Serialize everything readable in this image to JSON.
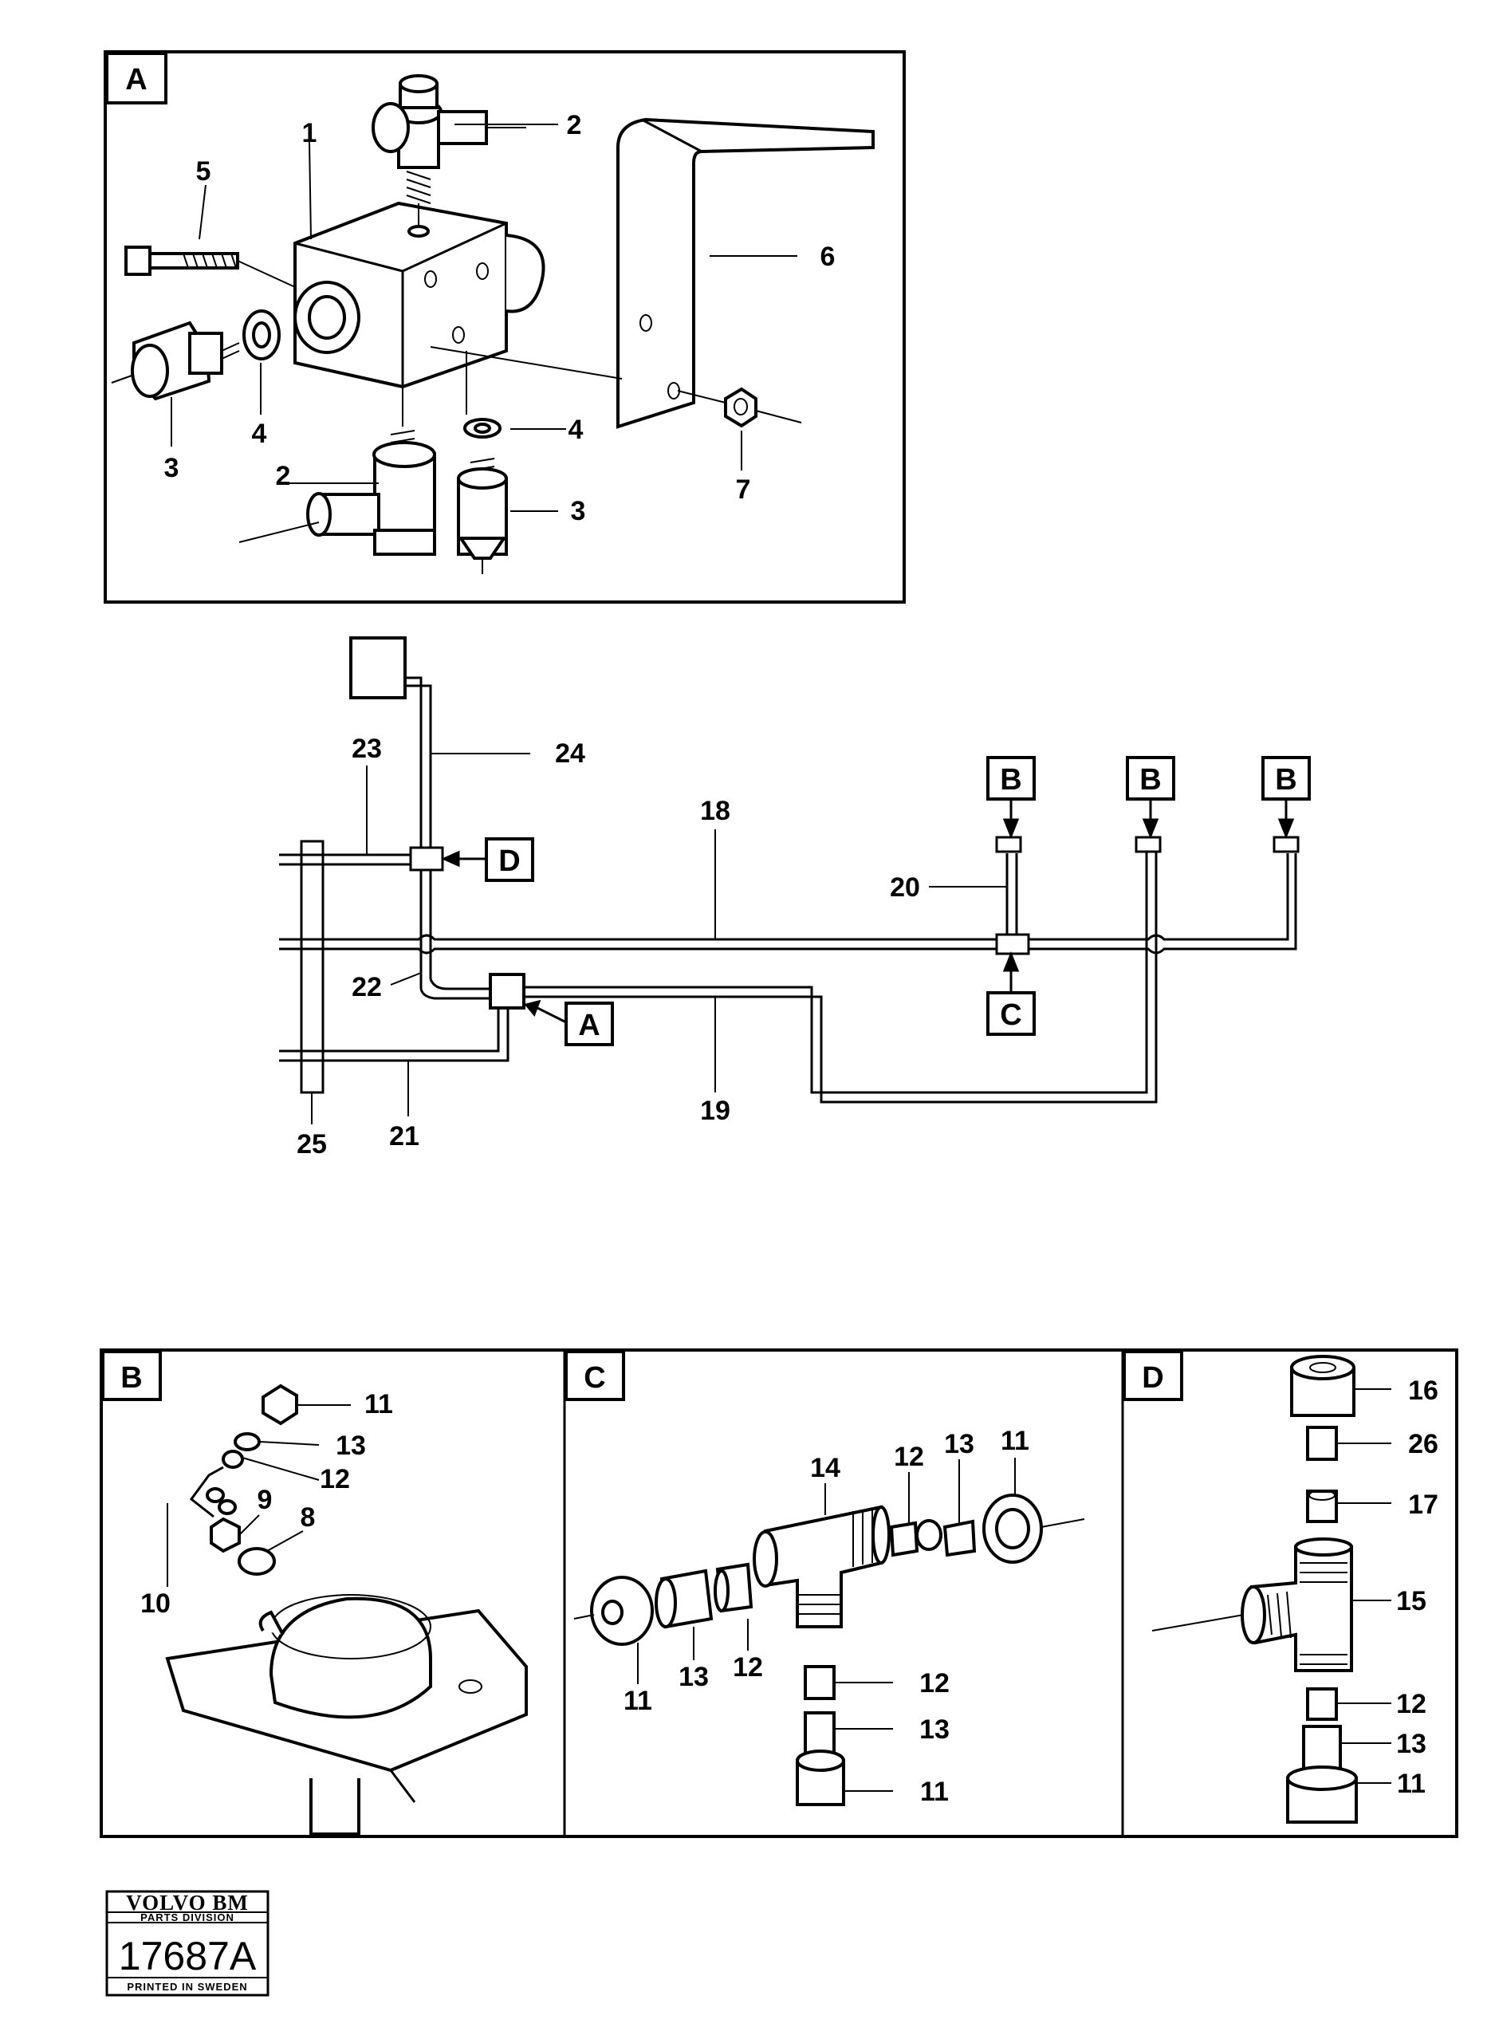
{
  "panels": {
    "A": {
      "tag": "A",
      "callouts": [
        "1",
        "2",
        "2",
        "3",
        "3",
        "4",
        "4",
        "5",
        "6",
        "7"
      ]
    },
    "B": {
      "tag": "B",
      "callouts": [
        "11",
        "13",
        "12",
        "9",
        "8",
        "10"
      ]
    },
    "C": {
      "tag": "C",
      "callouts": [
        "14",
        "12",
        "13",
        "11",
        "11",
        "13",
        "12",
        "12",
        "13",
        "11"
      ]
    },
    "D": {
      "tag": "D",
      "callouts": [
        "16",
        "26",
        "17",
        "15",
        "12",
        "13",
        "11"
      ]
    }
  },
  "schematic": {
    "callouts": [
      "23",
      "24",
      "18",
      "20",
      "22",
      "19",
      "21",
      "25"
    ],
    "tags": [
      "D",
      "B",
      "B",
      "B",
      "C",
      "A"
    ]
  },
  "logo": {
    "brand": "VOLVO BM",
    "division": "PARTS DIVISION",
    "number": "17687A",
    "printed": "PRINTED IN SWEDEN"
  }
}
